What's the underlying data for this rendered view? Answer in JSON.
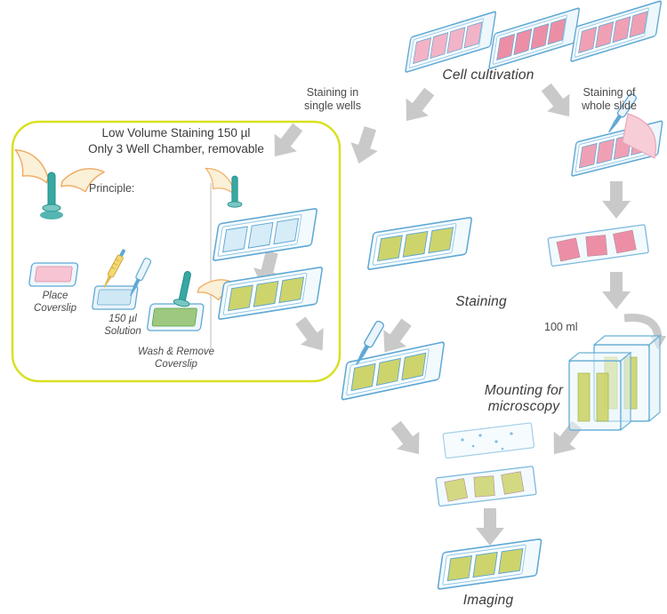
{
  "labels": {
    "cell_cultivation": "Cell cultivation",
    "staining_single": {
      "line1": "Staining in",
      "line2": "single wells"
    },
    "staining_whole": {
      "line1": "Staining of",
      "line2": "whole slide"
    },
    "box": {
      "title_line1": "Low Volume Staining 150 µl",
      "title_line2": "Only 3 Well Chamber, removable",
      "principle": "Principle:",
      "place_coverslip": {
        "line1": "Place",
        "line2": "Coverslip"
      },
      "solution": {
        "line1": "150 µl",
        "line2": "Solution"
      },
      "wash_remove": {
        "line1": "Wash & Remove",
        "line2": "Coverslip"
      }
    },
    "staining": "Staining",
    "volume": "100 ml",
    "mounting": {
      "line1": "Mounting for",
      "line2": "microscopy"
    },
    "imaging": "Imaging"
  },
  "colors": {
    "box_border": "#d9e021",
    "arrow_gray": "#c9c9c9",
    "slide_outline_blue": "#5fa8d4",
    "well_pink_light": "#f3b3c6",
    "well_pink_strong": "#ec8fa6",
    "well_olive": "#cdd46b",
    "well_blue_empty": "#d6ecf7",
    "teal_tool": "#37a8a2",
    "hand_cream": "#fbf0d8",
    "hand_outline": "#f0a85c"
  },
  "icons": {
    "flow_arrow": "gray block arrow",
    "curved_arrow": "gray curved dipping arrow",
    "pipette_blue": "blue pipette",
    "pipette_yellow": "yellow graduated pipette",
    "plunger": "teal coverslip suction tool",
    "hand": "cream gloved hand"
  },
  "illustrations": {
    "cultivation_slides": "three 4-well chamber slides with pink medium",
    "whole_slide_staining": "chamber slide stained with pink solution by pipette",
    "red_slide": "slide with three red stained areas",
    "staining_jar": "two 100 ml staining jars with slides",
    "single_well_staining": "3-well chamber slide stained by pipette",
    "droplet_slide": "slide with mounting medium drops",
    "coverslip_slide": "slide with three green coverslips",
    "final_slide": "3-well chamber slide with stained wells"
  }
}
